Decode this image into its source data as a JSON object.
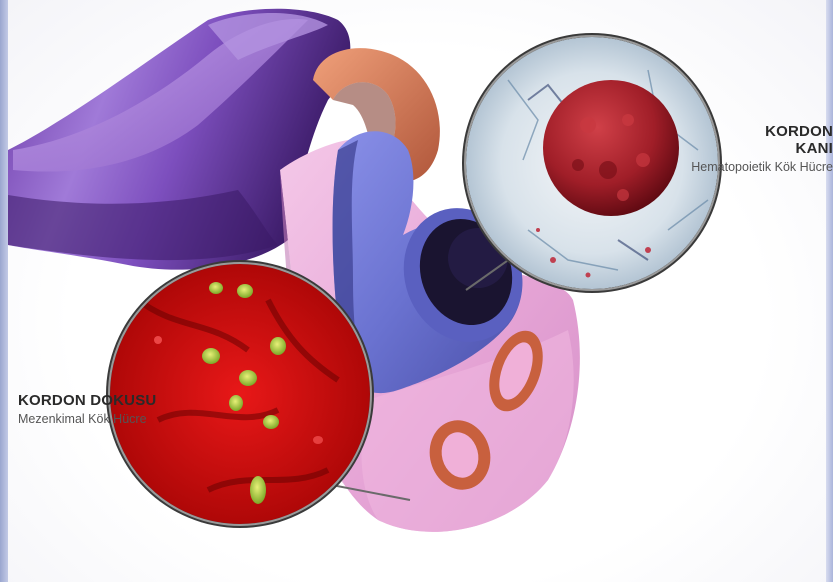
{
  "labels": {
    "blood": {
      "title": "KORDON KANI",
      "subtitle": "Hematopoietik Kök Hücre"
    },
    "tissue": {
      "title": "KORDON DOKUSU",
      "subtitle": "Mezenkimal Kök Hücre"
    }
  },
  "colors": {
    "cord_purple": "#8a5cc4",
    "jelly_pink": "#e8a8d8",
    "vein_blue": "#6a72d0",
    "artery_orange": "#d07a5a",
    "blood_cell_red": "#a01e28",
    "tissue_red": "#e01010",
    "tissue_nuclei_green": "#a8d048",
    "frame_border": "#9aa6cf"
  }
}
